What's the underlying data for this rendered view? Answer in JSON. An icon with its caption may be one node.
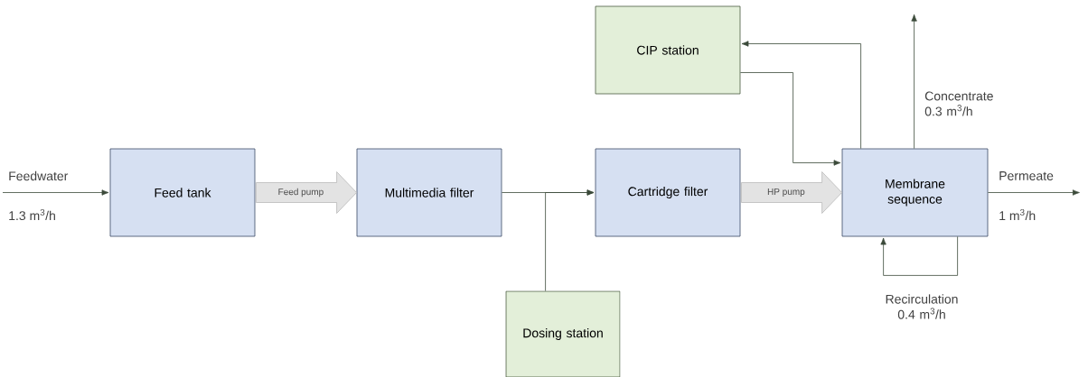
{
  "diagram": {
    "nodes": [
      {
        "text": [
          "Feed tank"
        ]
      },
      {
        "text": [
          "Multimedia filter"
        ]
      },
      {
        "text": [
          "Cartridge filter"
        ]
      },
      {
        "text": [
          "Membrane sequence"
        ]
      },
      {
        "text": [
          "CIP station"
        ]
      },
      {
        "text": [
          "Dosing station"
        ]
      }
    ],
    "edges": [
      {
        "from": null,
        "to": 0,
        "arrow": "to",
        "label": "Feedwater"
      },
      {
        "from": 0,
        "to": 1,
        "arrow": "to",
        "style": "thick",
        "label": "Feed pump"
      },
      {
        "from": 1,
        "to": 2,
        "arrow": "to"
      },
      {
        "from": 5,
        "to": 2,
        "arrow": "to"
      },
      {
        "from": 2,
        "to": 3,
        "arrow": "to",
        "style": "thick",
        "label": "HP pump"
      },
      {
        "from": 3,
        "to": 4,
        "arrow": "to"
      },
      {
        "from": 4,
        "to": 3,
        "arrow": "to"
      },
      {
        "from": 3,
        "to": null,
        "arrow": "to",
        "label": "Concentrate 0.3 m$^{3}$/h"
      },
      {
        "from": 3,
        "to": null,
        "arrow": "to",
        "label": "Permeate"
      },
      {
        "from": 3,
        "to": 3,
        "arrow": "to",
        "label": "Recirculation 0.4 m$^{3}$/h"
      }
    ],
    "labels": [
      "1.3 m$^{3}$/h",
      "1 m$^{3}$/h"
    ]
  }
}
